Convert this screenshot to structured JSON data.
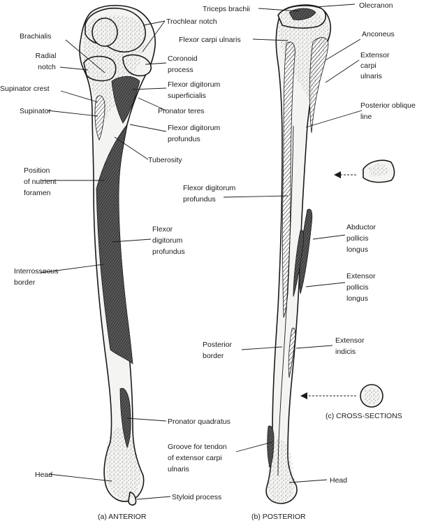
{
  "anterior": {
    "caption": "(a) ANTERIOR",
    "labels": {
      "trochlear_notch": "Trochlear notch",
      "brachialis": "Brachialis",
      "radial_notch": [
        "Radial",
        "notch"
      ],
      "coronoid_process": [
        "Coronoid",
        "process"
      ],
      "supinator_crest": "Supinator crest",
      "fds": [
        "Flexor digitorum",
        "superficialis"
      ],
      "supinator": "Supinator",
      "pronator_teres": "Pronator teres",
      "fdp_upper": [
        "Flexor digitorum",
        "profundus"
      ],
      "tuberosity": "Tuberosity",
      "nutrient_foramen": [
        "Position",
        "of nutrient",
        "foramen"
      ],
      "fdp_shaft": [
        "Flexor",
        "digitorum",
        "profundus"
      ],
      "interosseous_border": [
        "Interrosseous",
        "border"
      ],
      "pronator_quadratus": "Pronator quadratus",
      "head": "Head",
      "styloid_process": "Styloid process"
    }
  },
  "posterior": {
    "caption": "(b) POSTERIOR",
    "labels": {
      "triceps": "Triceps brachii",
      "olecranon": "Olecranon",
      "fcu": "Flexor carpi ulnaris",
      "anconeus": "Anconeus",
      "ecu": [
        "Extensor",
        "carpi",
        "ulnaris"
      ],
      "posterior_oblique": [
        "Posterior oblique",
        "line"
      ],
      "fdp": [
        "Flexor digitorum",
        "profundus"
      ],
      "apl": [
        "Abductor",
        "pollicis",
        "longus"
      ],
      "epl": [
        "Extensor",
        "pollicis",
        "longus"
      ],
      "ext_indicis": [
        "Extensor",
        "indicis"
      ],
      "posterior_border": [
        "Posterior",
        "border"
      ],
      "groove_ecu": [
        "Groove for tendon",
        "of extensor carpi",
        "ulnaris"
      ],
      "head": "Head"
    }
  },
  "cross_sections": {
    "caption": "(c) CROSS-SECTIONS"
  }
}
